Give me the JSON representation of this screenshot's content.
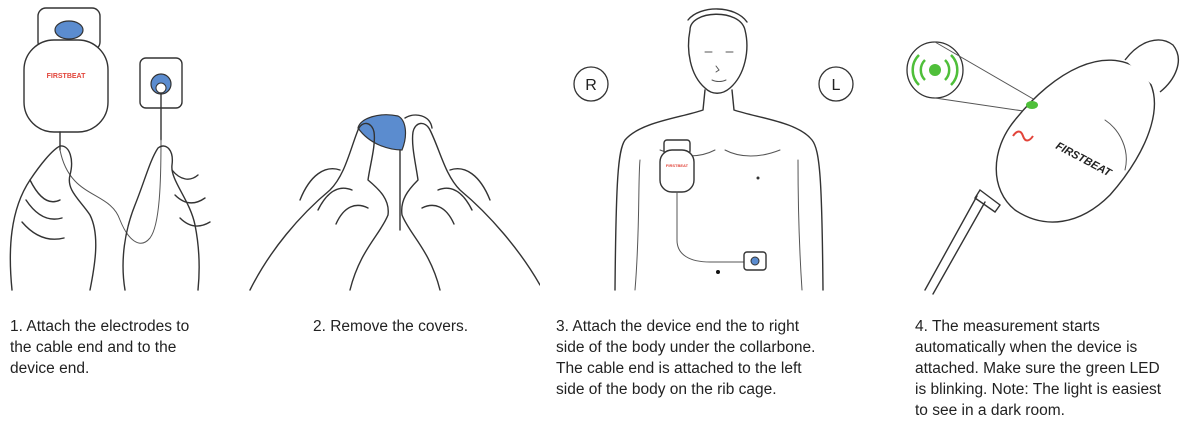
{
  "brand": {
    "logo_text": "FIRSTBEAT",
    "logo_color": "#e2443a",
    "cover_color": "#5b8ccf",
    "led_color": "#4fbf3a"
  },
  "steps": [
    {
      "caption": "1. Attach the electrodes to\nthe cable end and to the\ndevice end.",
      "illustration": "hands-attaching-electrodes"
    },
    {
      "caption": "2. Remove the covers.",
      "illustration": "hands-removing-covers"
    },
    {
      "caption": "3. Attach the device end the to right\nside of the body under the collarbone.\nThe cable end is attached to the left\nside of the body on the rib cage.",
      "illustration": "torso-placement",
      "markers": {
        "right": "R",
        "left": "L"
      }
    },
    {
      "caption": "4. The measurement starts\nautomatically when the device is\nattached. Make sure the green LED\nis blinking. Note: The light is easiest\nto see in a dark room.",
      "illustration": "device-led-closeup"
    }
  ]
}
